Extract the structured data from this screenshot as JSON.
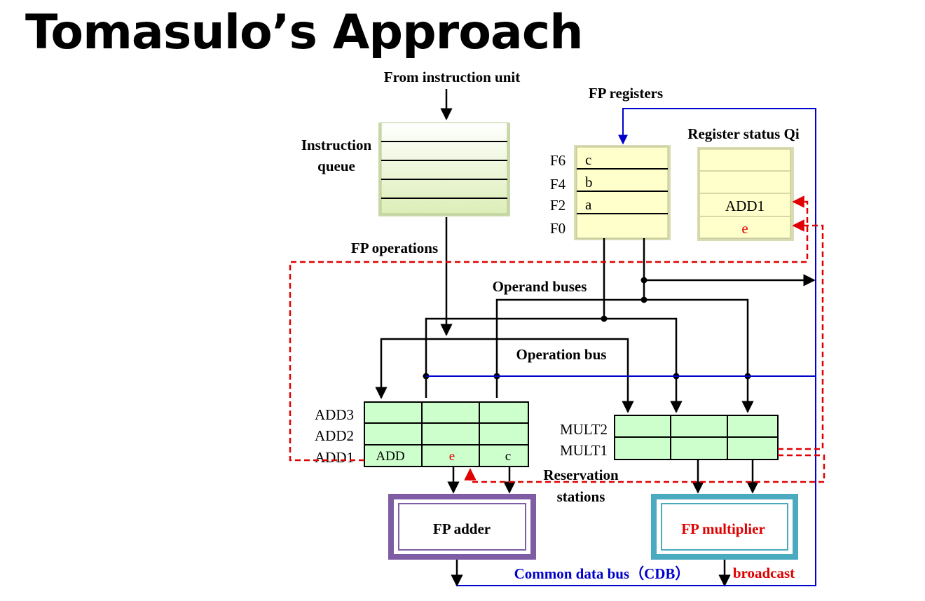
{
  "title": "Tomasulo’s Approach",
  "labels": {
    "from_instruction_unit": "From instruction unit",
    "instruction_queue_line1": "Instruction",
    "instruction_queue_line2": "queue",
    "fp_registers": "FP registers",
    "register_status": "Register status Qi",
    "fp_operations": "FP operations",
    "operand_buses": "Operand buses",
    "operation_bus": "Operation bus",
    "reservation_stations_line1": "Reservation",
    "reservation_stations_line2": "stations",
    "fp_adder": "FP adder",
    "fp_multiplier": "FP multiplier",
    "cdb": "Common data bus（CDB）",
    "broadcast": "broadcast"
  },
  "fp_registers": [
    {
      "name": "F6",
      "value": "c"
    },
    {
      "name": "F4",
      "value": "b"
    },
    {
      "name": "F2",
      "value": "a"
    },
    {
      "name": "F0",
      "value": ""
    }
  ],
  "register_status": [
    "",
    "",
    "ADD1",
    "e"
  ],
  "add_stations": [
    {
      "name": "ADD3",
      "cells": [
        "",
        "",
        ""
      ]
    },
    {
      "name": "ADD2",
      "cells": [
        "",
        "",
        ""
      ]
    },
    {
      "name": "ADD1",
      "cells": [
        "ADD",
        "e",
        "c"
      ]
    }
  ],
  "mult_stations": [
    {
      "name": "MULT2",
      "cells": [
        "",
        "",
        ""
      ]
    },
    {
      "name": "MULT1",
      "cells": [
        "",
        "",
        ""
      ]
    }
  ],
  "colors": {
    "cdb_blue": "#0000cc",
    "highlight_red": "#e00000",
    "yellow_fill": "#ffffcc",
    "green_fill": "#ccffcc",
    "adder_border": "#7e5da5",
    "multiplier_border": "#4aabc0"
  }
}
